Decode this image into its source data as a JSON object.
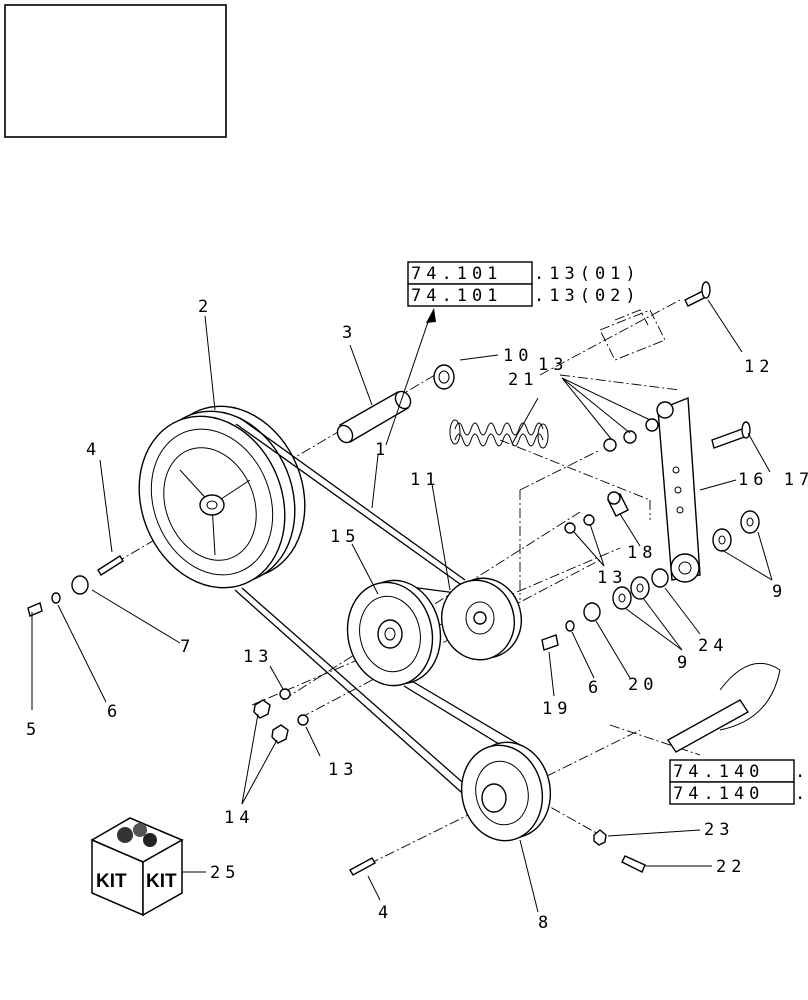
{
  "diagram": {
    "callouts": {
      "c1": "1",
      "c2": "2",
      "c3": "3",
      "c4a": "4",
      "c4b": "4",
      "c5": "5",
      "c6a": "6",
      "c6b": "6",
      "c7": "7",
      "c8": "8",
      "c9a": "9",
      "c9b": "9",
      "c10": "10",
      "c11": "11",
      "c12": "12",
      "c13a": "13",
      "c13b": "13",
      "c13c": "13",
      "c13d": "13",
      "c14": "14",
      "c15": "15",
      "c1617": "16 17",
      "c18": "18",
      "c19": "19",
      "c20": "20",
      "c21": "21",
      "c22": "22",
      "c23": "23",
      "c24": "24",
      "c25": "25"
    },
    "references": [
      {
        "code": "74.101",
        "suffix": ".13(01)"
      },
      {
        "code": "74.101",
        "suffix": ".13(02)"
      },
      {
        "code": "74.140",
        "suffix": "."
      },
      {
        "code": "74.140",
        "suffix": "."
      }
    ],
    "kit_label": "KIT"
  }
}
